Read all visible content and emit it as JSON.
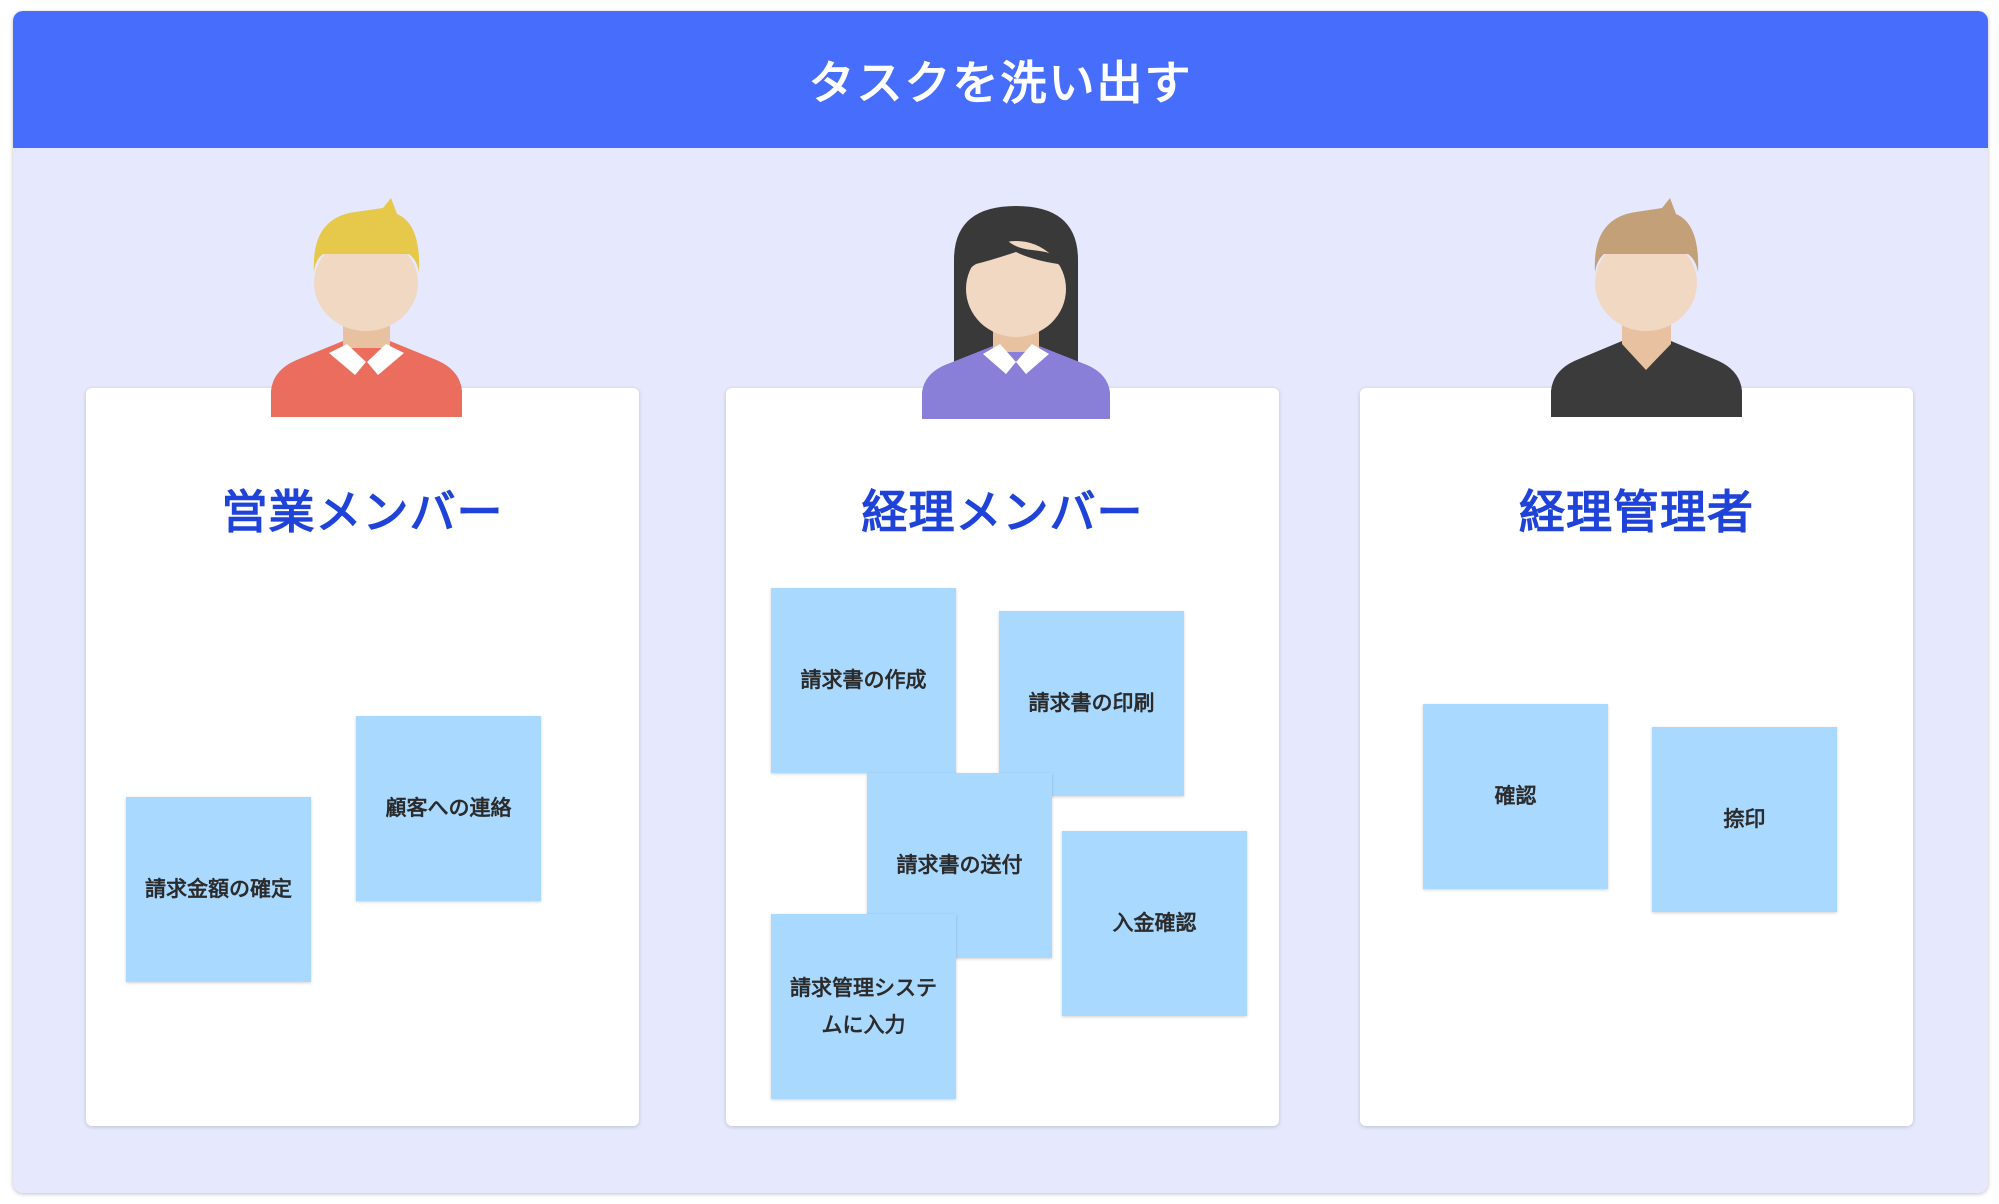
{
  "header": {
    "title": "タスクを洗い出す"
  },
  "colors": {
    "header": "#476dfd",
    "background": "#e6e9fd",
    "title": "#1f43d8",
    "sticky_note": "#a9d9ff"
  },
  "columns": [
    {
      "title": "営業メンバー",
      "avatar": "sales-member-avatar",
      "notes": [
        {
          "text": "請求金額の確定"
        },
        {
          "text": "顧客への連絡"
        }
      ]
    },
    {
      "title": "経理メンバー",
      "avatar": "accounting-member-avatar",
      "notes": [
        {
          "text": "請求書の作成"
        },
        {
          "text": "請求書の印刷"
        },
        {
          "text": "請求書の送付"
        },
        {
          "text": "入金確認"
        },
        {
          "text": "請求管理システムに入力"
        }
      ]
    },
    {
      "title": "経理管理者",
      "avatar": "accounting-manager-avatar",
      "notes": [
        {
          "text": "確認"
        },
        {
          "text": "捺印"
        }
      ]
    }
  ]
}
